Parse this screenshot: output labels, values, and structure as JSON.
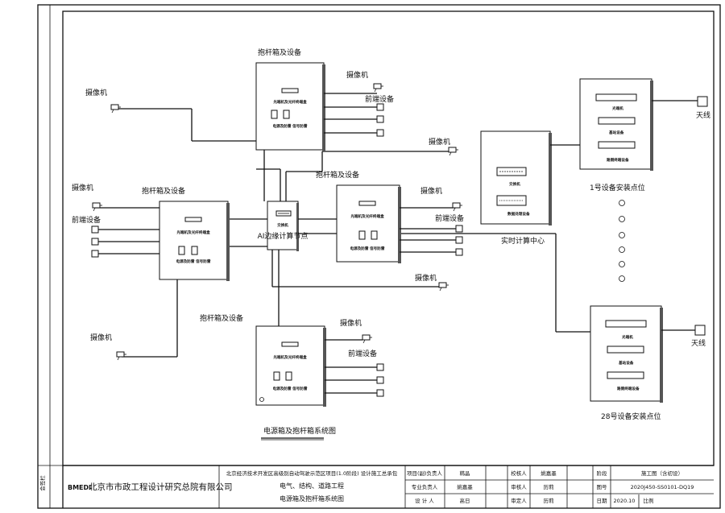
{
  "labels": {
    "pole_box": "抱杆箱及设备",
    "camera": "摄像机",
    "front_device": "前端设备",
    "optical_terminal": "光端机及光纤终端盒",
    "power_surge": "电源及防雷 信号防雷",
    "switch": "交换机",
    "edge_node": "AI边缘计算节点",
    "realtime_center": "实时计算中心",
    "data_processing": "数据处理设备",
    "optical_machine": "光端机",
    "base_station": "基站设备",
    "roadside_terminal": "路侧终端设备",
    "antenna": "天线",
    "site1": "1号设备安装点位",
    "site28": "28号设备安装点位",
    "diagram_title": "电源箱及抱杆箱系统图"
  },
  "title_block": {
    "company": "北京市市政工程设计研究总院有限公司",
    "logo": "BMEDI",
    "stamp": "会签栏",
    "project_line1": "北京经济技术开发区高级别自动驾驶示范区项目(1.0阶段) 设计施工总承包",
    "project_line2": "电气、结构、道路工程",
    "project_line3": "电源箱及抱杆箱系统图",
    "roles": {
      "project_lead": "项目(副)负责人",
      "pro_lead": "专业负责人",
      "designer": "设 计 人",
      "checker": "校核人",
      "reviewer": "审核人",
      "approver": "审定人",
      "stage": "阶段",
      "drawing_no": "图号",
      "date": "日期",
      "scale": "比例"
    },
    "names": {
      "project_lead": "韩晶",
      "pro_lead": "姚嘉墨",
      "designer": "高日",
      "checker": "姚嘉墨",
      "reviewer": "历莉",
      "approver": "历莉"
    },
    "values": {
      "stage": "施工图（含初设）",
      "drawing_no": "2020J450-SS0101-DQ19",
      "date": "2020.10",
      "scale": ""
    }
  }
}
